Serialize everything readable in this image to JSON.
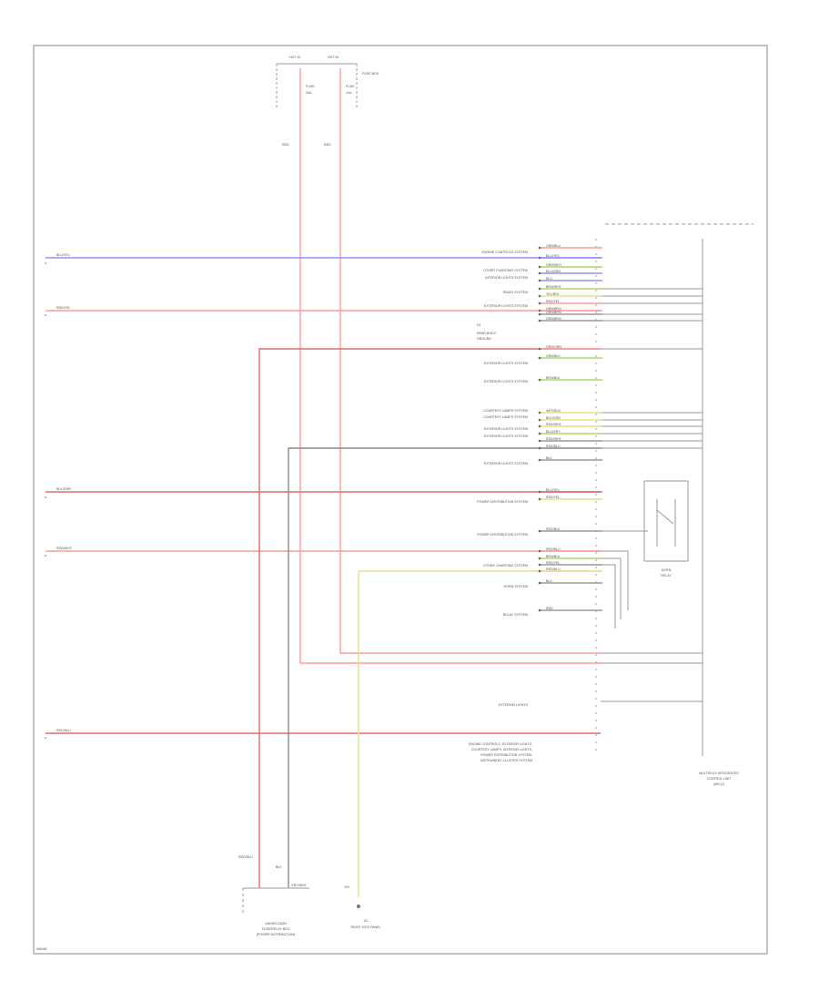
{
  "colors": {
    "red": "#ff9a9a",
    "red_dark": "#e06a6a",
    "blue": "#8f8fff",
    "yellow": "#e6de8a",
    "green": "#a5d86e",
    "gray": "#9a9a9a",
    "border": "#8a8a8a"
  },
  "fuses": {
    "left_top": "HOT IN",
    "right_top": "HOT IN",
    "left_fuse": "FUSE",
    "left_fuse_amp": "20A",
    "right_fuse": "FUSE",
    "right_fuse_amp": "10A",
    "fuse_box": "FUSE BOX",
    "left_wire": "RED",
    "right_wire": "RED"
  },
  "left_wires": {
    "w1": "BLU/YEL",
    "w2": "RED/YEL",
    "w3": "BLK/GRN",
    "w4": "RED/WHT",
    "w5": "RED/BLU"
  },
  "right_labels": [
    "ENGINE CONTROLS SYSTEM",
    "OTHER CHARGING SYSTEM",
    "INTERIOR LIGHTS SYSTEM",
    "RADIO SYSTEM",
    "EXTERIOR LIGHTS SYSTEM",
    "EXTERIOR LIGHTS SYSTEM",
    "EXTERIOR LIGHTS SYSTEM",
    "COURTESY LAMPS SYSTEM",
    "COURTESY LAMPS SYSTEM",
    "EXTERIOR LIGHTS SYSTEM",
    "EXTERIOR LIGHTS SYSTEM",
    "EXTERIOR LIGHTS SYSTEM",
    "POWER DISTRIBUTION SYSTEM",
    "POWER DISTRIBUTION SYSTEM",
    "OTHER CHARGING SYSTEM",
    "HORN SYSTEM",
    "RELAY SYSTEM",
    "EXTERIOR LIGHTS",
    "ENGINE CONTROLS, EXTERIOR LIGHTS,",
    "COURTESY LAMPS, INTERIOR LIGHTS,",
    "POWER DISTRIBUTION SYSTEM,",
    "INSTRUMENT CLUSTER SYSTEM"
  ],
  "connector_tags": [
    "ORN/BLU",
    "BLU/YEL",
    "GRN/WHT",
    "BLU/GRN",
    "BLU",
    "BRN/WHT",
    "YEL/BLK",
    "RED/YEL",
    "GRN/BRN",
    "GRN/BRN",
    "GRN/BRN",
    "GRN/ORN",
    "GRN/BLK",
    "BRN/BLK",
    "WHT/BLK",
    "BLK/GRN",
    "RED/WHT",
    "BLU/GRY",
    "RED/WHT",
    "RED/BLU",
    "BLK",
    "BLU/YEL",
    "RED/YEL",
    "RED/BLK",
    "RED/BLU",
    "BRN/BLK",
    "RED/YEL",
    "RED/BLU",
    "BLK",
    "RED"
  ],
  "components": {
    "ground_top": "G1",
    "ground_top_sub": "REAR BODY",
    "ground_top_sub2": "GROUND",
    "horn_relay": "HORN",
    "horn_relay_sub": "RELAY",
    "module_title": "MULTIPLEX INTEGRATED",
    "module_sub": "CONTROL UNIT",
    "module_sub2": "(MICU)",
    "bottom_unit": "UNDER-DASH",
    "bottom_unit_sub": "FUSE/RELAY BOX",
    "bottom_unit_sub2": "(POWER DISTRIBUTION)",
    "bottom_ground": "G2",
    "bottom_ground_sub": "RIGHT KICK PANEL",
    "bottom_left_wire": "RED/BLU",
    "bottom_left_wire2": "BLK",
    "bottom_left_conn": "GRY/WHT",
    "bottom_right_wire": "YEL",
    "footer": "W6048"
  }
}
